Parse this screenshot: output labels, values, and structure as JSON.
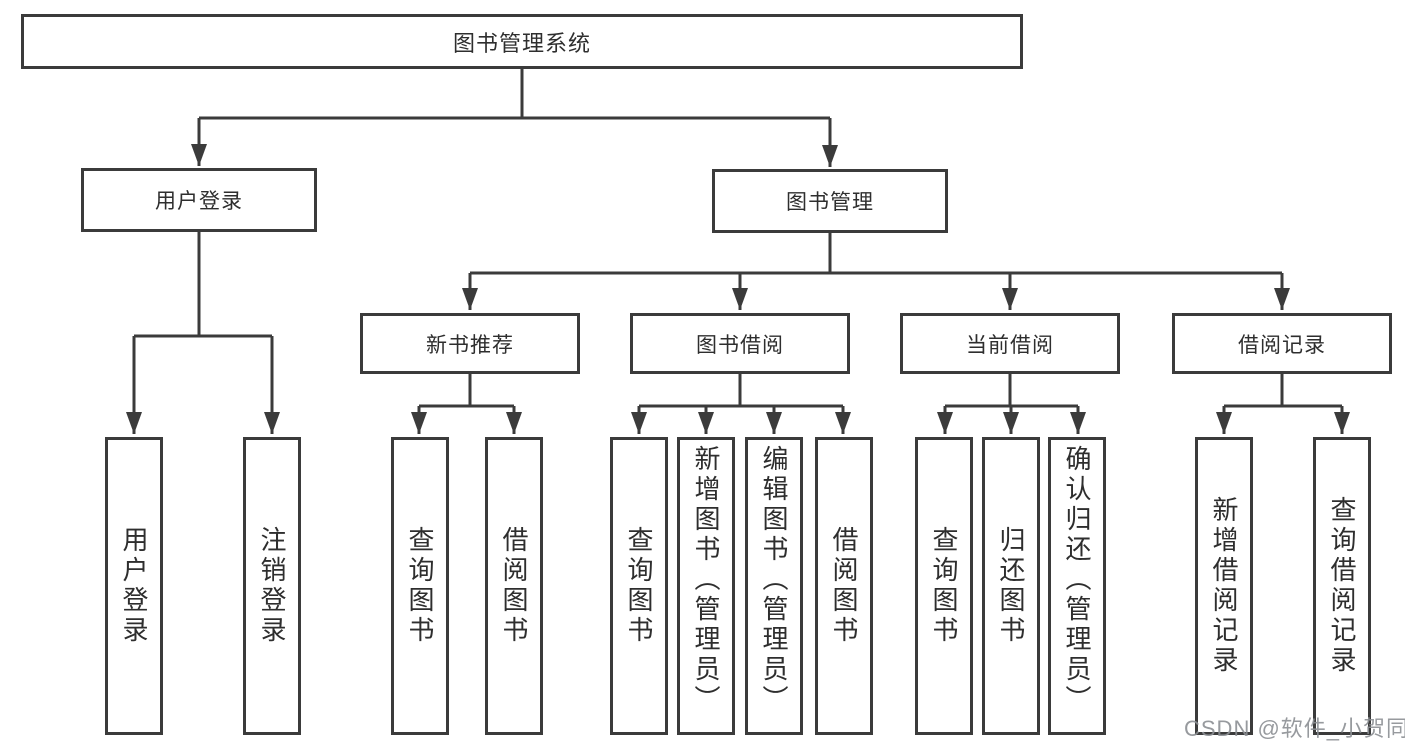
{
  "diagram": {
    "root": {
      "label": "图书管理系统"
    },
    "level2": [
      {
        "label": "用户登录"
      },
      {
        "label": "图书管理"
      }
    ],
    "level3": [
      {
        "label": "新书推荐"
      },
      {
        "label": "图书借阅"
      },
      {
        "label": "当前借阅"
      },
      {
        "label": "借阅记录"
      }
    ],
    "leaves": [
      {
        "label": "用户登录"
      },
      {
        "label": "注销登录"
      },
      {
        "label": "查询图书"
      },
      {
        "label": "借阅图书"
      },
      {
        "label": "查询图书"
      },
      {
        "label": "新增图书（管理员）"
      },
      {
        "label": "编辑图书（管理员）"
      },
      {
        "label": "借阅图书"
      },
      {
        "label": "查询图书"
      },
      {
        "label": "归还图书"
      },
      {
        "label": "确认归还（管理员）"
      },
      {
        "label": "新增借阅记录"
      },
      {
        "label": "查询借阅记录"
      }
    ]
  },
  "watermark": "CSDN @软件_小贺同学",
  "colors": {
    "line": "#3b3b3b",
    "text": "#2e2e2e",
    "background": "#ffffff",
    "watermark": "#8c8f94"
  }
}
